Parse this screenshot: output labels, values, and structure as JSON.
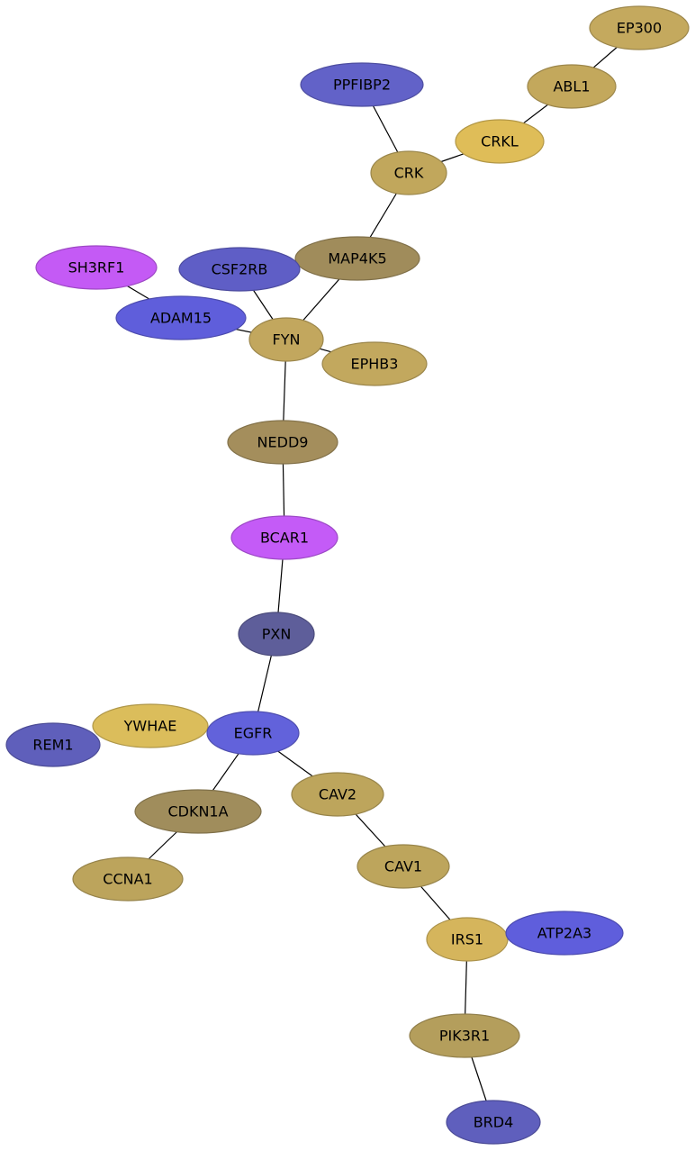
{
  "network": {
    "nodes": [
      {
        "id": "EP300",
        "label": "EP300",
        "color": "#c4a95e"
      },
      {
        "id": "ABL1",
        "label": "ABL1",
        "color": "#c3a85c"
      },
      {
        "id": "PPFIBP2",
        "label": "PPFIBP2",
        "color": "#6262c8"
      },
      {
        "id": "CRKL",
        "label": "CRKL",
        "color": "#dfbd58"
      },
      {
        "id": "CRK",
        "label": "CRK",
        "color": "#c1a75c"
      },
      {
        "id": "MAP4K5",
        "label": "MAP4K5",
        "color": "#a08c5b"
      },
      {
        "id": "SH3RF1",
        "label": "SH3RF1",
        "color": "#c45af5"
      },
      {
        "id": "CSF2RB",
        "label": "CSF2RB",
        "color": "#5f5ec6"
      },
      {
        "id": "ADAM15",
        "label": "ADAM15",
        "color": "#5f5edb"
      },
      {
        "id": "FYN",
        "label": "FYN",
        "color": "#c2a75e"
      },
      {
        "id": "EPHB3",
        "label": "EPHB3",
        "color": "#c2a85e"
      },
      {
        "id": "NEDD9",
        "label": "NEDD9",
        "color": "#a48e5c"
      },
      {
        "id": "BCAR1",
        "label": "BCAR1",
        "color": "#c45bf7"
      },
      {
        "id": "PXN",
        "label": "PXN",
        "color": "#5e5e9a"
      },
      {
        "id": "YWHAE",
        "label": "YWHAE",
        "color": "#dbbd5b"
      },
      {
        "id": "REM1",
        "label": "REM1",
        "color": "#5f5fbb"
      },
      {
        "id": "EGFR",
        "label": "EGFR",
        "color": "#6262db"
      },
      {
        "id": "CDKN1A",
        "label": "CDKN1A",
        "color": "#a08d5c"
      },
      {
        "id": "CAV2",
        "label": "CAV2",
        "color": "#bda55c"
      },
      {
        "id": "CCNA1",
        "label": "CCNA1",
        "color": "#bca45c"
      },
      {
        "id": "CAV1",
        "label": "CAV1",
        "color": "#bda55c"
      },
      {
        "id": "IRS1",
        "label": "IRS1",
        "color": "#d5b55c"
      },
      {
        "id": "ATP2A3",
        "label": "ATP2A3",
        "color": "#5f5edc"
      },
      {
        "id": "PIK3R1",
        "label": "PIK3R1",
        "color": "#b49e5c"
      },
      {
        "id": "BRD4",
        "label": "BRD4",
        "color": "#5f5fbd"
      }
    ],
    "edges": [
      [
        "EP300",
        "ABL1"
      ],
      [
        "ABL1",
        "CRKL"
      ],
      [
        "CRKL",
        "CRK"
      ],
      [
        "PPFIBP2",
        "CRK"
      ],
      [
        "CRK",
        "MAP4K5"
      ],
      [
        "MAP4K5",
        "FYN"
      ],
      [
        "CSF2RB",
        "FYN"
      ],
      [
        "SH3RF1",
        "ADAM15"
      ],
      [
        "ADAM15",
        "FYN"
      ],
      [
        "FYN",
        "EPHB3"
      ],
      [
        "FYN",
        "NEDD9"
      ],
      [
        "NEDD9",
        "BCAR1"
      ],
      [
        "BCAR1",
        "PXN"
      ],
      [
        "PXN",
        "EGFR"
      ],
      [
        "YWHAE",
        "EGFR"
      ],
      [
        "EGFR",
        "CDKN1A"
      ],
      [
        "EGFR",
        "CAV2"
      ],
      [
        "CDKN1A",
        "CCNA1"
      ],
      [
        "CAV2",
        "CAV1"
      ],
      [
        "CAV1",
        "IRS1"
      ],
      [
        "IRS1",
        "ATP2A3"
      ],
      [
        "IRS1",
        "PIK3R1"
      ],
      [
        "PIK3R1",
        "BRD4"
      ]
    ]
  }
}
